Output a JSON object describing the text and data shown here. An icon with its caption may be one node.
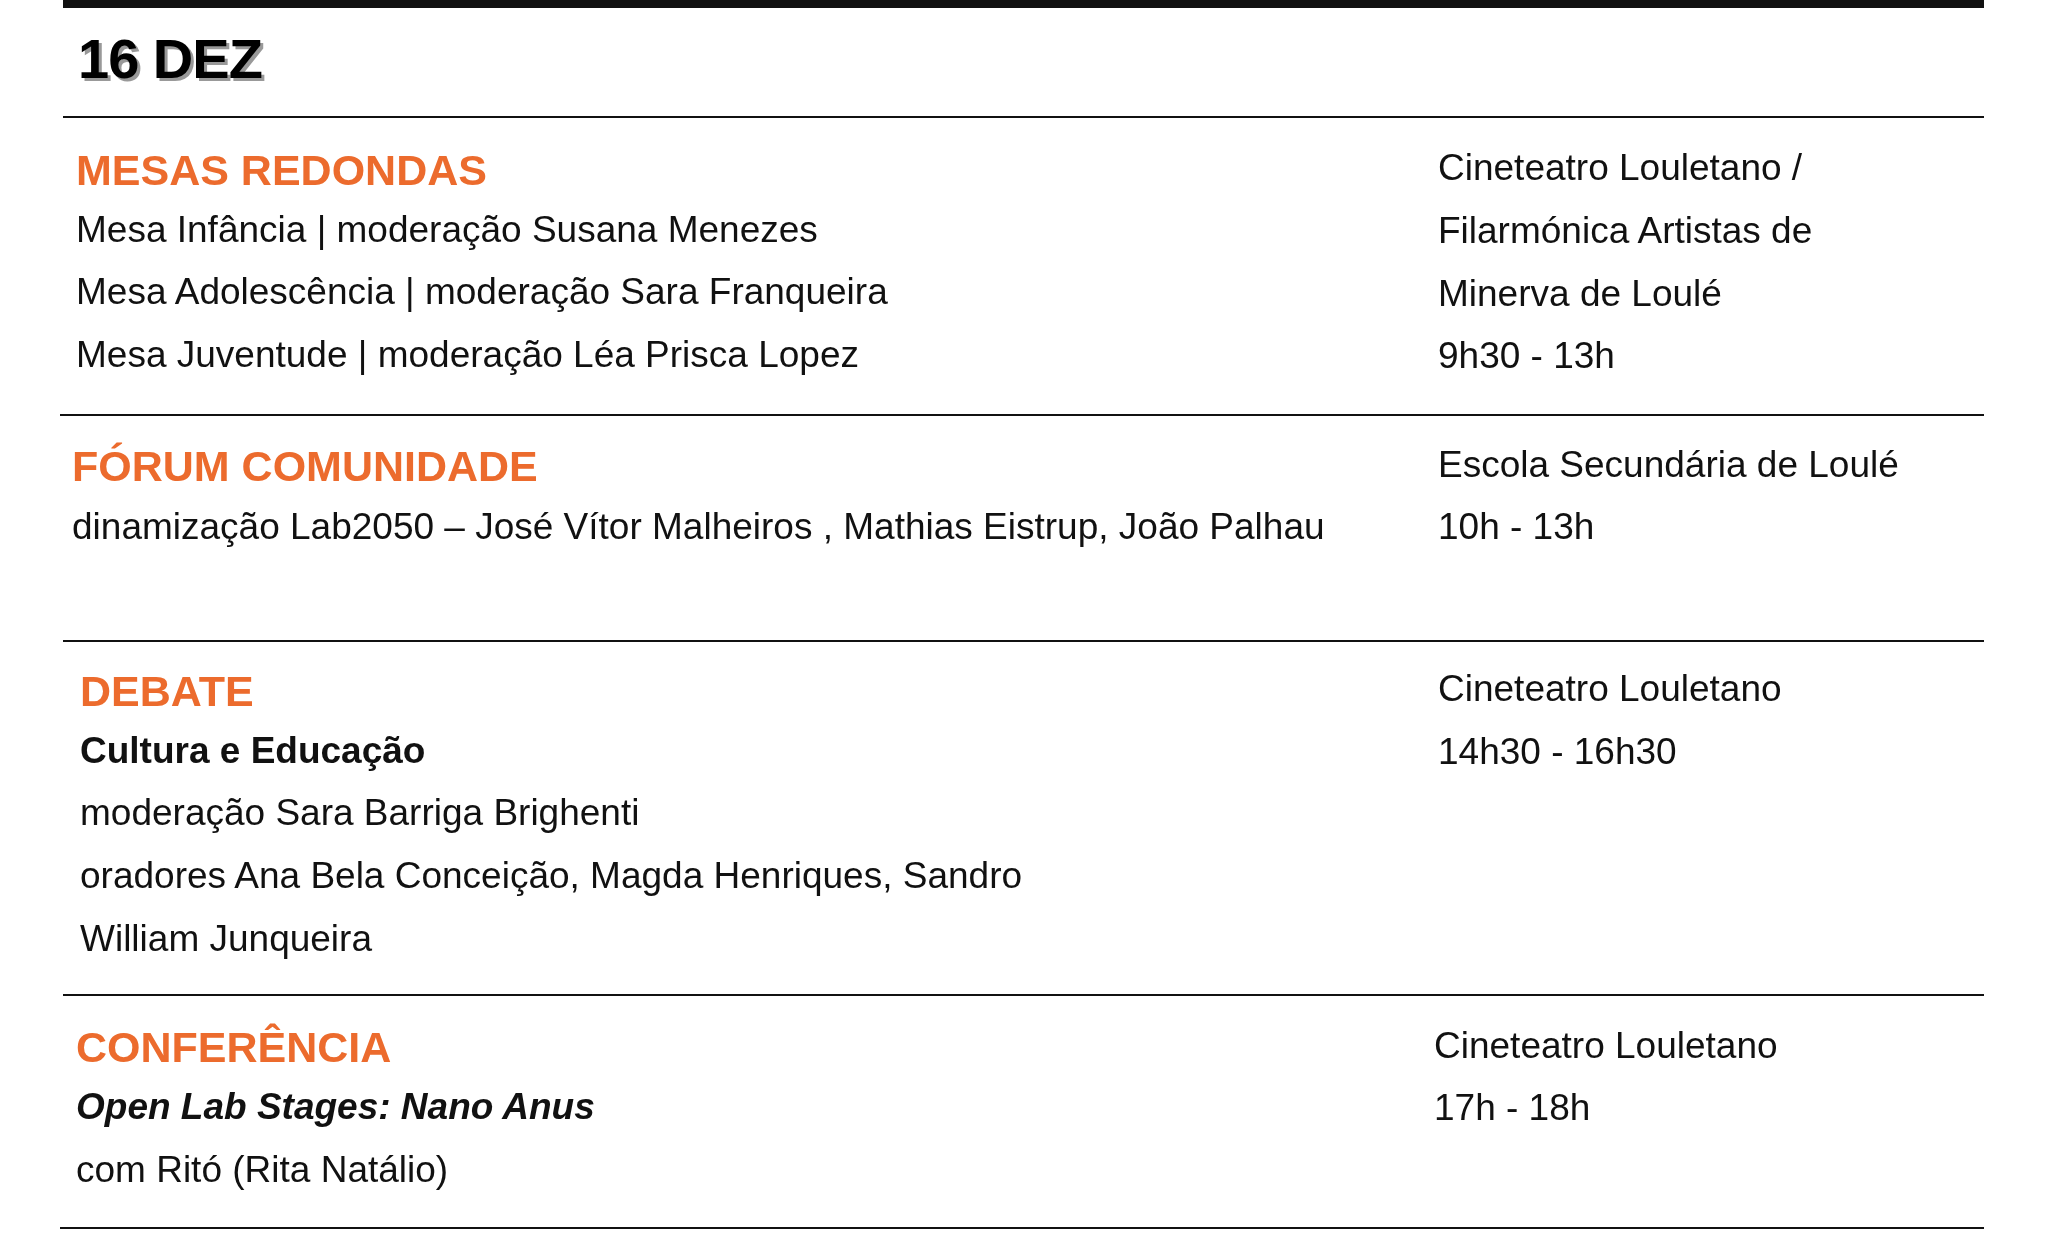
{
  "diagram": {
    "labels": [
      "16 DEZ",
      "MESAS REDONDAS",
      "Mesa Infância | moderação Susana Menezes",
      "Mesa Adolescência | moderação Sara Franqueira",
      "Mesa Juventude | moderação Léa Prisca Lopez",
      "Cineteatro Louletano / Filarmónica Artistas de Minerva de Loulé",
      "9h30 - 13h",
      "FÓRUM COMUNIDADE",
      "dinamização Lab2050 – José Vítor Malheiros , Mathias Eistrup, João Palhau",
      "Escola Secundária de Loulé",
      "10h - 13h",
      "DEBATE",
      "Cultura e Educação",
      "moderação Sara Barriga Brighenti",
      "oradores Ana Bela Conceição, Magda Henriques, Sandro William Junqueira",
      "Cineteatro Louletano",
      "14h30 - 16h30",
      "CONFERÊNCIA",
      "Open Lab Stages: Nano Anus",
      "com Ritó (Rita Natálio)",
      "Cineteatro Louletano",
      "17h - 18h"
    ]
  }
}
